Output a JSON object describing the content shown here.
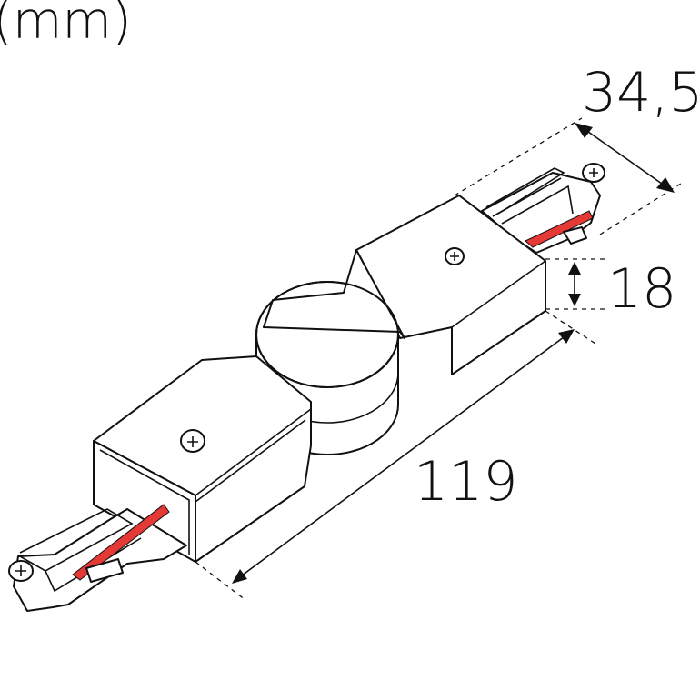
{
  "unit_label": "(mm)",
  "dimensions": {
    "width": "34,5",
    "height": "18",
    "length": "119"
  },
  "colors": {
    "accent_stripe": "#e53935",
    "line": "#111111"
  }
}
